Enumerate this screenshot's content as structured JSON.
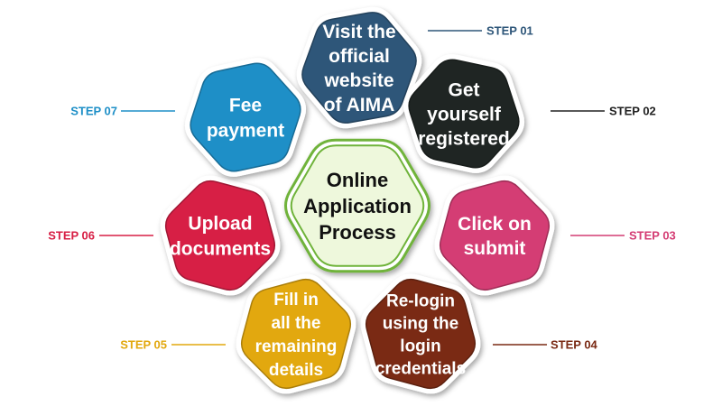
{
  "center": {
    "lines": [
      "Online",
      "Application",
      "Process"
    ],
    "fill": "#eef8dc",
    "stroke": "#6fb33a"
  },
  "steps": [
    {
      "label": "STEP 01",
      "lines": [
        "Visit the",
        "official",
        "website",
        "of AIMA"
      ],
      "color": "#2e5679",
      "label_color": "#2e5679"
    },
    {
      "label": "STEP 02",
      "lines": [
        "Get",
        "yourself",
        "registered"
      ],
      "color": "#1f2523",
      "label_color": "#222222"
    },
    {
      "label": "STEP 03",
      "lines": [
        "Click on",
        "submit"
      ],
      "color": "#d43d74",
      "label_color": "#d43d74"
    },
    {
      "label": "STEP 04",
      "lines": [
        "Re-login",
        "using the",
        "login",
        "credentials"
      ],
      "color": "#7a2a14",
      "label_color": "#7a2a14"
    },
    {
      "label": "STEP 05",
      "lines": [
        "Fill in",
        "all the",
        "remaining",
        "details"
      ],
      "color": "#e2a80f",
      "label_color": "#e2a80f"
    },
    {
      "label": "STEP 06",
      "lines": [
        "Upload",
        "documents"
      ],
      "color": "#d71f45",
      "label_color": "#d71f45"
    },
    {
      "label": "STEP 07",
      "lines": [
        "Fee",
        "payment"
      ],
      "color": "#1e8fc7",
      "label_color": "#1e8fc7"
    }
  ]
}
